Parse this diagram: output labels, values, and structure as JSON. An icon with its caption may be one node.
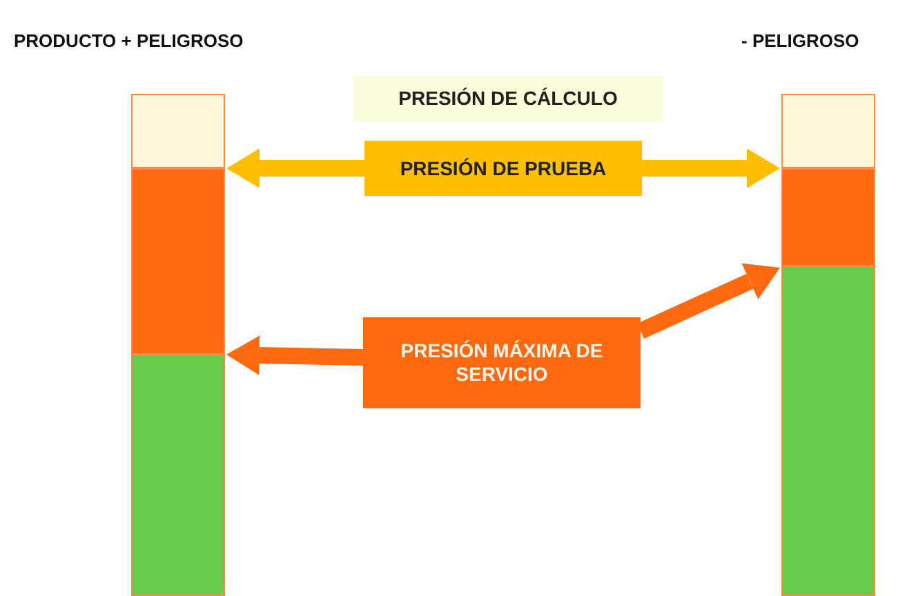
{
  "diagram": {
    "nodes": [
      {
        "text": [],
        "shape": "bar"
      },
      {
        "text": [],
        "shape": "bar"
      },
      {
        "text": [],
        "shape": "bar"
      },
      {
        "text": [
          "PRESIÓN DE CÁLCULO"
        ]
      },
      {
        "text": [
          "PRESIÓN DE PRUEBA"
        ]
      },
      {
        "text": [
          "PRESIÓN MÁXIMA DE SERVICIO"
        ]
      },
      {
        "text": [],
        "shape": "bar"
      },
      {
        "text": [],
        "shape": "bar"
      },
      {
        "text": [],
        "shape": "bar"
      }
    ],
    "edges": [
      {
        "from": 4,
        "to": 1,
        "arrow": "to",
        "color": "#ffbf00"
      },
      {
        "from": 4,
        "to": 7,
        "arrow": "to",
        "color": "#ffbf00"
      },
      {
        "from": 5,
        "to": 2,
        "arrow": "to",
        "color": "#ff6a10"
      },
      {
        "from": 5,
        "to": 8,
        "arrow": "to",
        "color": "#ff6a10"
      }
    ],
    "labels": [
      "PRODUCTO + PELIGROSO",
      "- PELIGROSO"
    ]
  }
}
